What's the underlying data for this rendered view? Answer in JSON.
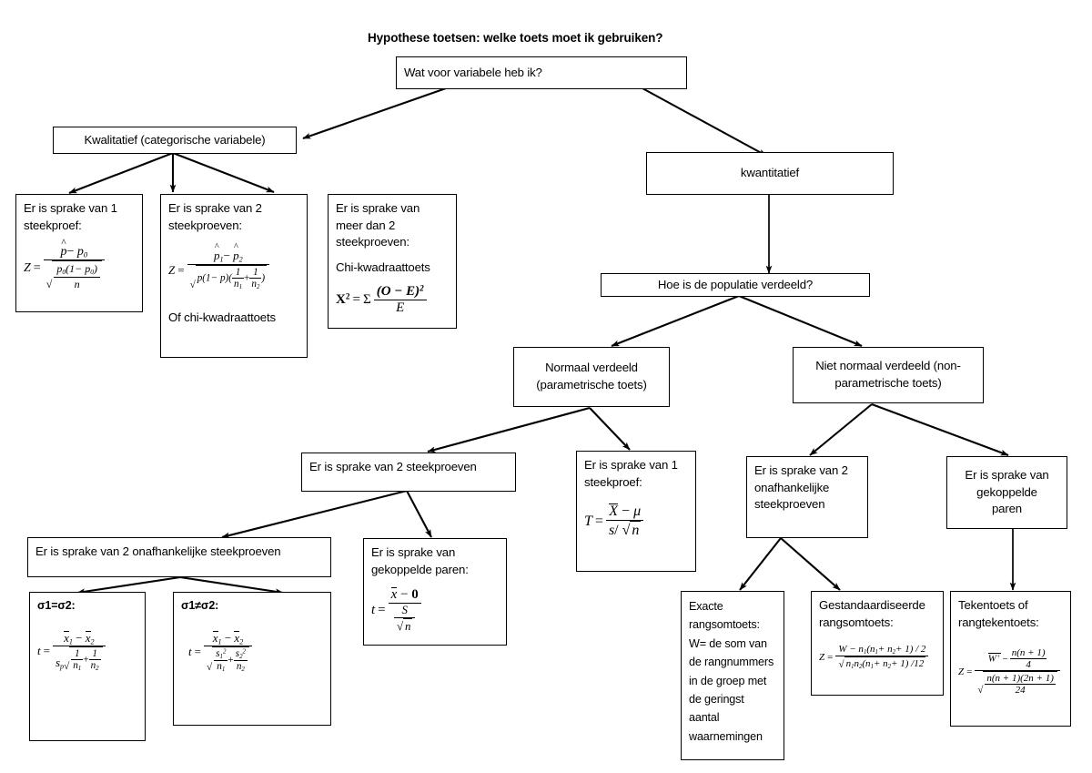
{
  "title": "Hypothese toetsen: welke toets moet ik gebruiken?",
  "nodes": {
    "root": "Wat voor variabele heb ik?",
    "qualitative": "Kwalitatief (categorische variabele)",
    "quantitative": "kwantitatief",
    "one_sample_prop_l1": "Er is sprake van 1",
    "one_sample_prop_l2": "steekproef:",
    "two_sample_prop_l1": "Er is sprake van 2",
    "two_sample_prop_l2": "steekproeven:",
    "two_sample_prop_alt": "Of chi-kwadraattoets",
    "more_than_two_l1": "Er is sprake van",
    "more_than_two_l2": "meer dan 2",
    "more_than_two_l3": "steekproeven:",
    "more_than_two_l4": "Chi-kwadraattoets",
    "population": "Hoe is de populatie verdeeld?",
    "normal_l1": "Normaal verdeeld",
    "normal_l2": "(parametrische toets)",
    "nonnormal_l1": "Niet normaal verdeeld (non-",
    "nonnormal_l2": "parametrische toets)",
    "two_samples": "Er is sprake van 2 steekproeven",
    "one_sample_t_l1": "Er is sprake van 1",
    "one_sample_t_l2": "steekproef:",
    "two_indep": "Er is sprake van 2 onafhankelijke steekproeven",
    "paired_l1": "Er is sprake van",
    "paired_l2": "gekoppelde paren:",
    "equal_var": "σ1=σ2:",
    "unequal_var": "σ1≠σ2:",
    "np_two_indep_l1": "Er is sprake van 2",
    "np_two_indep_l2": "onafhankelijke",
    "np_two_indep_l3": "steekproeven",
    "np_paired_l1": "Er is sprake van",
    "np_paired_l2": "gekoppelde",
    "np_paired_l3": "paren",
    "exact_rank_l1": "Exacte",
    "exact_rank_l2": "rangsomtoets:",
    "exact_rank_l3": "W= de som van",
    "exact_rank_l4": "de rangnummers",
    "exact_rank_l5": "in de groep met",
    "exact_rank_l6": "de geringst",
    "exact_rank_l7": "aantal",
    "exact_rank_l8": "waarnemingen",
    "std_rank_l1": "Gestandaardiseerde",
    "std_rank_l2": "rangsomtoets:",
    "sign_test_l1": "Tekentoets of",
    "sign_test_l2": "rangtekentoets:"
  },
  "formulas": {
    "one_sample_prop": {
      "lhs": "Z",
      "op": "=",
      "num_a": "p",
      "num_minus": "−",
      "num_b": "p",
      "num_b_sub": "0",
      "den_rad_num_p": "p",
      "den_rad_num_p_sub": "0",
      "den_rad_num_rest": "(1− p",
      "den_rad_num_sub2": "0",
      "den_rad_num_close": ")",
      "den_rad_den": "n"
    },
    "two_sample_prop": {
      "lhs": "Z",
      "op": "=",
      "num_p1": "p",
      "num_p1_sub": "1",
      "num_minus": "−",
      "num_p2": "p",
      "num_p2_sub": "2",
      "den_open": "p(1− p)(",
      "den_f1_nu": "1",
      "den_f1_de": "n",
      "den_f1_de_sub": "1",
      "den_plus": "+",
      "den_f2_nu": "1",
      "den_f2_de": "n",
      "den_f2_de_sub": "2",
      "den_close": ")"
    },
    "chi_square": {
      "lhs": "X",
      "lhs_sup": "2",
      "op": "=",
      "sigma": "Σ",
      "num": "(O − E)",
      "num_sup": "2",
      "den": "E"
    },
    "one_sample_t": {
      "lhs": "T",
      "op": "=",
      "num_x": "X",
      "num_minus": "−",
      "num_mu": "μ",
      "den_s": "s",
      "den_slash": "/",
      "den_rad": "n"
    },
    "pooled_t": {
      "lhs": "t",
      "op": "=",
      "num_x1": "x",
      "num_x1_sub": "1",
      "num_minus": "−",
      "num_x2": "x",
      "num_x2_sub": "2",
      "den_sp": "s",
      "den_sp_sub": "p",
      "den_f1_nu": "1",
      "den_f1_de": "n",
      "den_f1_de_sub": "1",
      "den_plus": "+",
      "den_f2_nu": "1",
      "den_f2_de": "n",
      "den_f2_de_sub": "2"
    },
    "welch_t": {
      "lhs": "t",
      "op": "=",
      "num_x1": "x",
      "num_x1_sub": "1",
      "num_minus": "−",
      "num_x2": "x",
      "num_x2_sub": "2",
      "den_f1_nu": "s",
      "den_f1_nu_sub": "1",
      "den_f1_nu_sup": "2",
      "den_f1_de": "n",
      "den_f1_de_sub": "1",
      "den_plus": "+",
      "den_f2_nu": "s",
      "den_f2_nu_sub": "2",
      "den_f2_nu_sup": "2",
      "den_f2_de": "n",
      "den_f2_de_sub": "2"
    },
    "paired_t": {
      "lhs": "t",
      "op": "=",
      "num_x": "x",
      "num_minus": "−",
      "num_zero": "0",
      "den_s": "S",
      "den_rad": "n"
    },
    "std_rank_z": {
      "lhs": "Z",
      "op": "=",
      "num": "W − n",
      "num_sub1": "1",
      "num_mid": "(n",
      "num_sub2": "1",
      "num_plus": "+ n",
      "num_sub3": "2",
      "num_end": "+ 1) / 2",
      "den_a": "n",
      "den_a_sub": "1",
      "den_b": "n",
      "den_b_sub": "2",
      "den_mid": "(n",
      "den_c_sub": "1",
      "den_plus": "+ n",
      "den_d_sub": "2",
      "den_end": "+ 1) /12"
    },
    "sign_z": {
      "lhs": "Z",
      "op": "=",
      "num_w": "W",
      "num_w_sup": "+",
      "num_minus": "−",
      "num_f_nu": "n(n + 1)",
      "num_f_de": "4",
      "den_f_nu": "n(n + 1)(2n + 1)",
      "den_f_de": "24"
    }
  },
  "colors": {
    "stroke": "#000000",
    "background": "#ffffff"
  }
}
